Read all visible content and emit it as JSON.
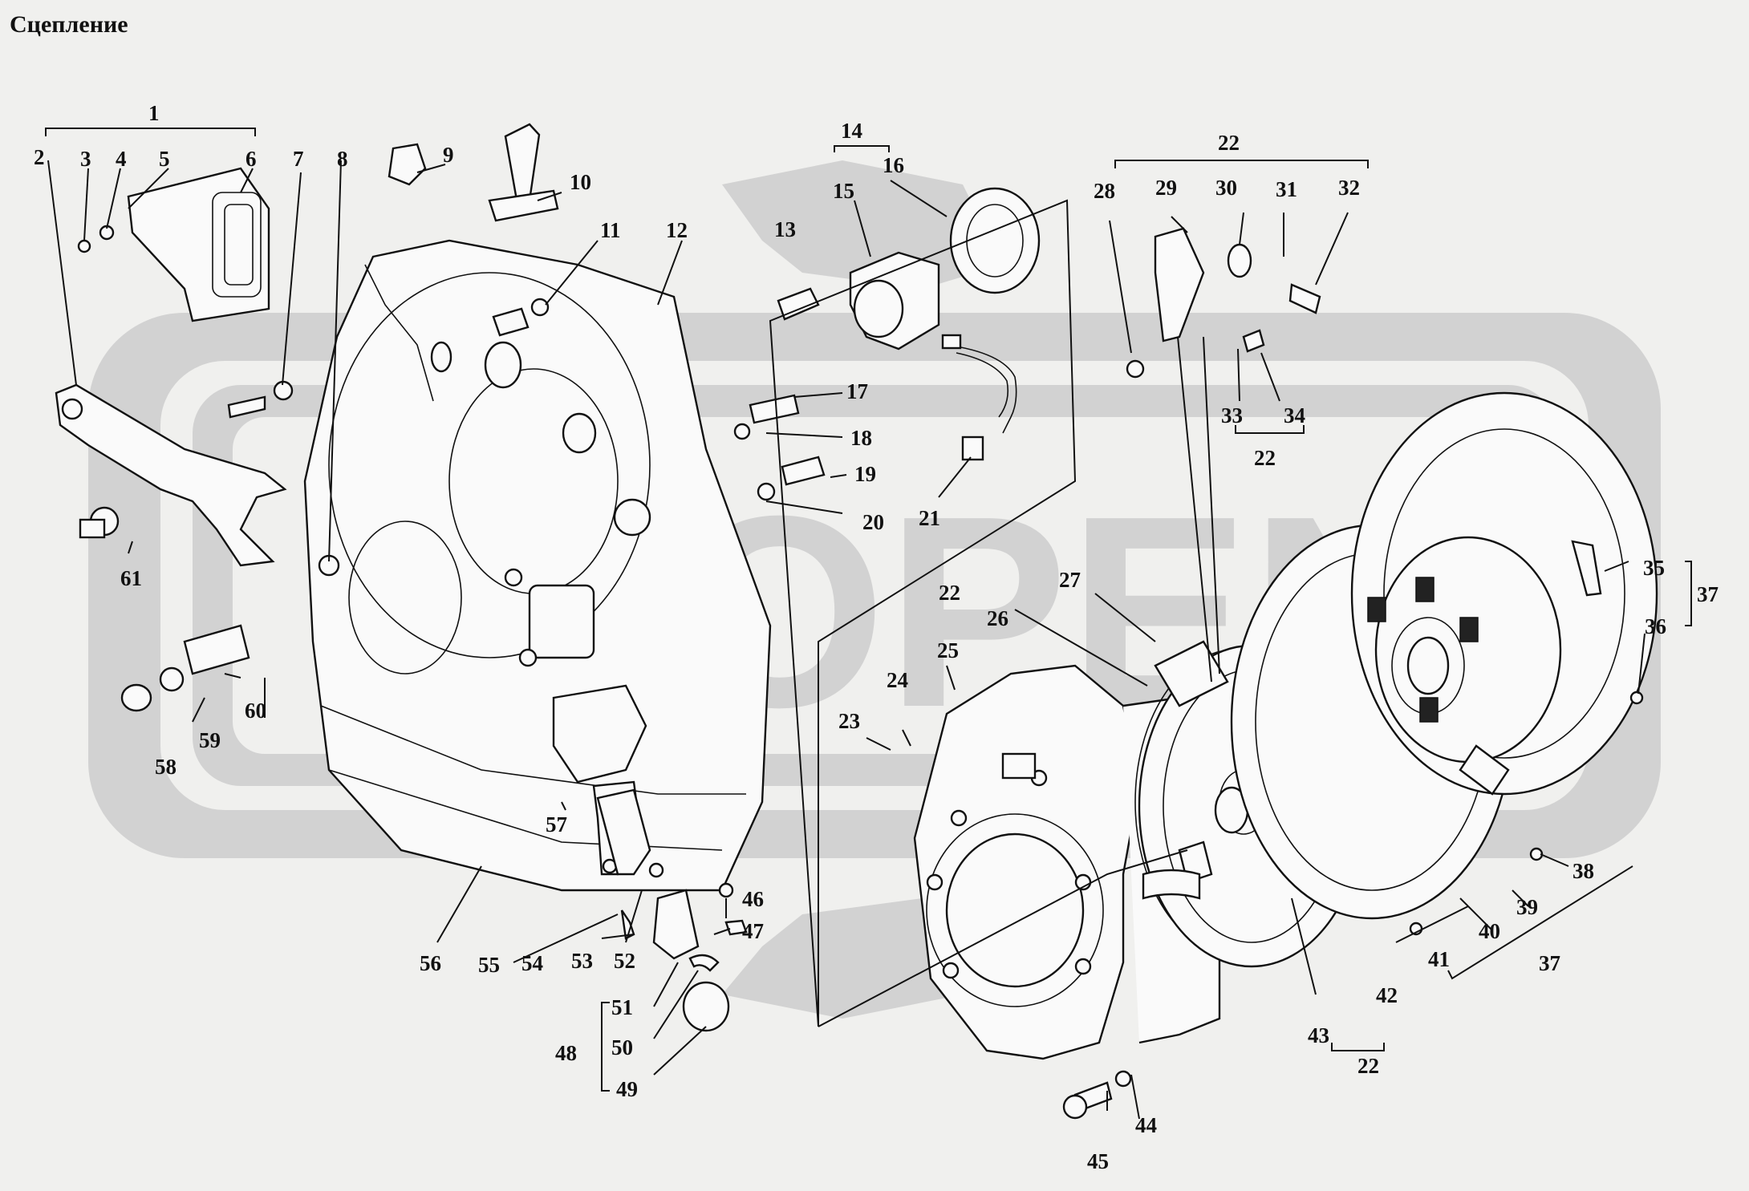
{
  "title": "Сцепление",
  "watermark": {
    "color": "#d2d2d2"
  },
  "labels": {
    "l1": "1",
    "l2": "2",
    "l3": "3",
    "l4": "4",
    "l5": "5",
    "l6": "6",
    "l7": "7",
    "l8": "8",
    "l9": "9",
    "l10": "10",
    "l11": "11",
    "l12": "12",
    "l13": "13",
    "l14": "14",
    "l15": "15",
    "l16": "16",
    "l17": "17",
    "l18": "18",
    "l19": "19",
    "l20": "20",
    "l21": "21",
    "l22a": "22",
    "l22b": "22",
    "l22c": "22",
    "l22d": "22",
    "l23": "23",
    "l24": "24",
    "l25": "25",
    "l26": "26",
    "l27": "27",
    "l28": "28",
    "l29": "29",
    "l30": "30",
    "l31": "31",
    "l32": "32",
    "l33": "33",
    "l34": "34",
    "l35": "35",
    "l36": "36",
    "l37a": "37",
    "l37b": "37",
    "l38": "38",
    "l39": "39",
    "l40": "40",
    "l41": "41",
    "l42": "42",
    "l43": "43",
    "l44": "44",
    "l45": "45",
    "l46": "46",
    "l47": "47",
    "l48": "48",
    "l49": "49",
    "l50": "50",
    "l51": "51",
    "l52": "52",
    "l53": "53",
    "l54": "54",
    "l55": "55",
    "l56": "56",
    "l57": "57",
    "l58": "58",
    "l59": "59",
    "l60": "60",
    "l61": "61"
  }
}
